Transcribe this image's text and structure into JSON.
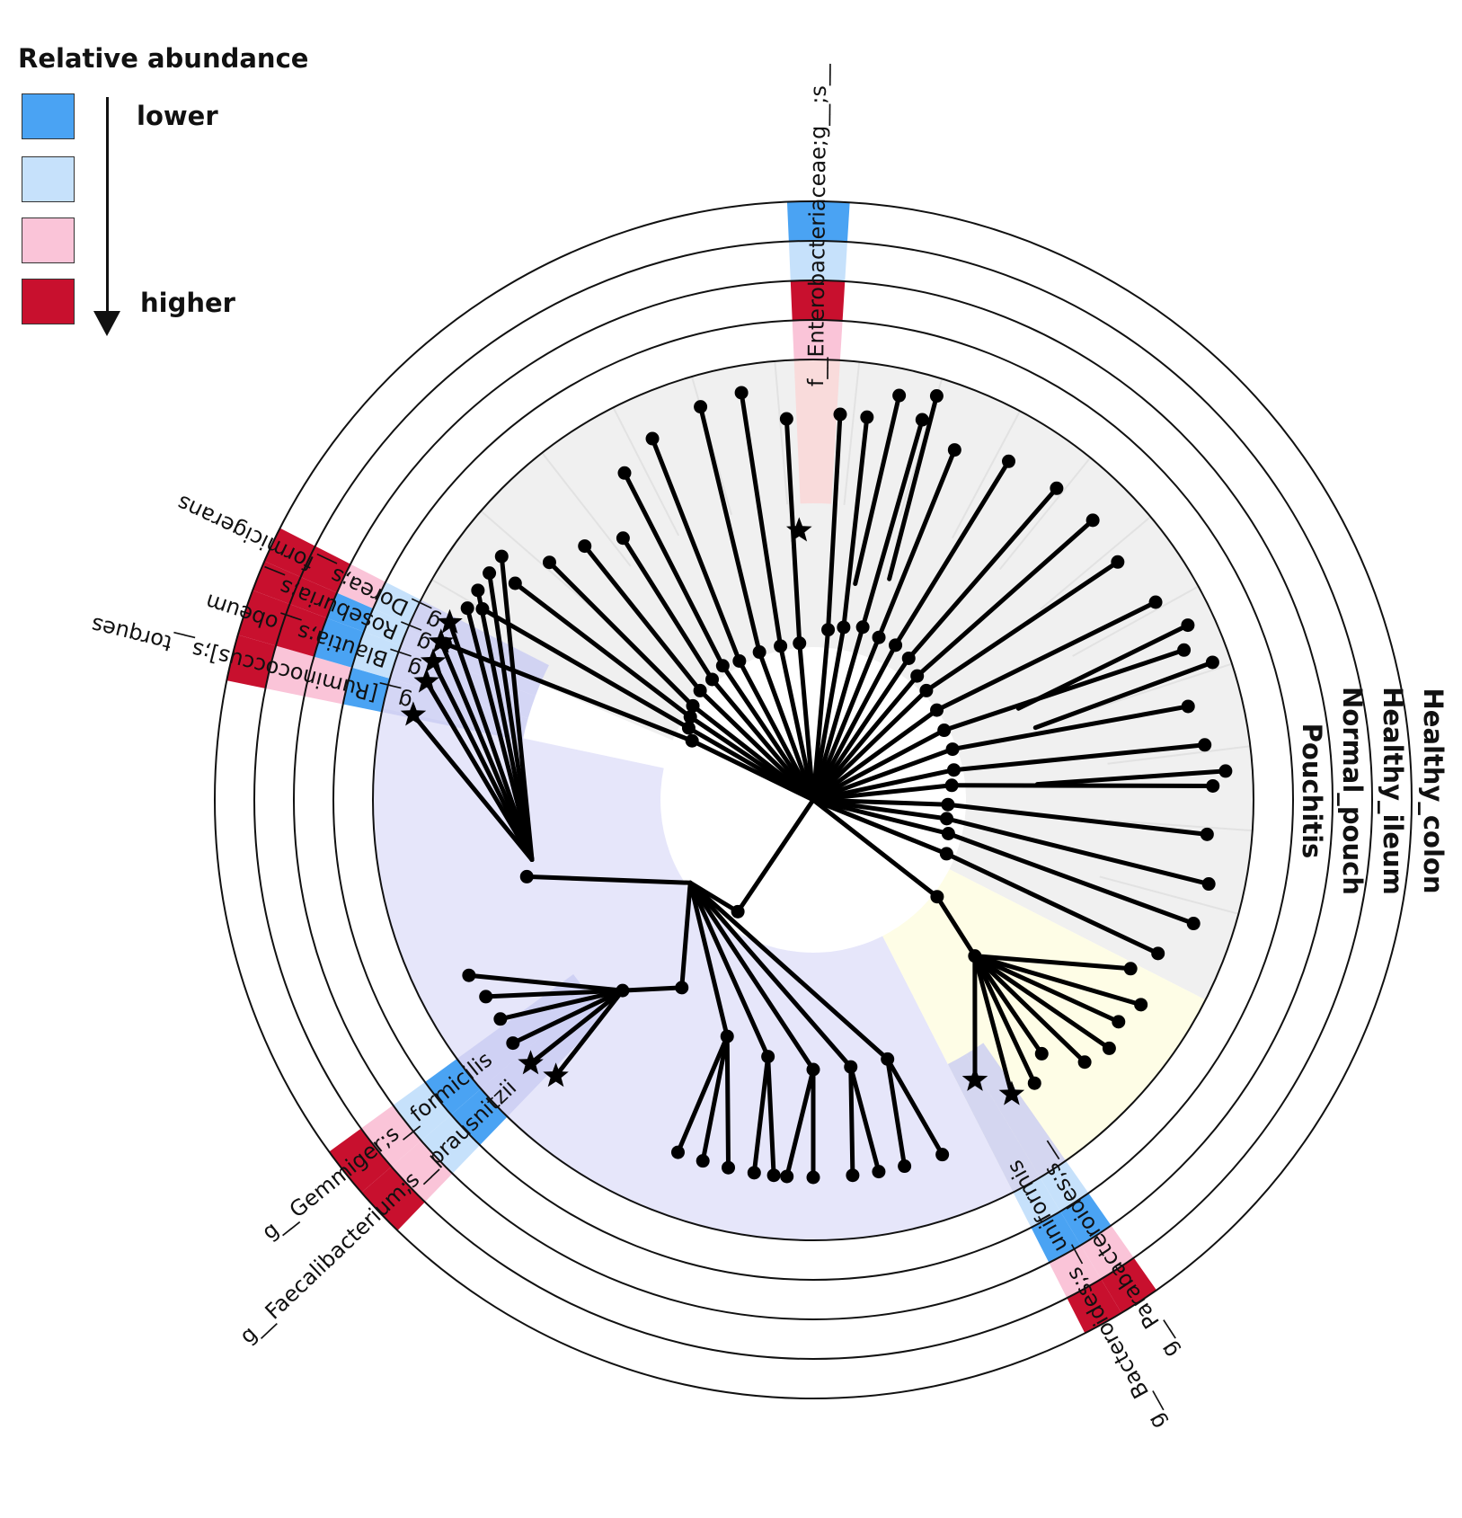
{
  "legend": {
    "title": "Relative abundance",
    "low_label": "lower",
    "high_label": "higher",
    "levels": [
      "lower",
      "",
      "",
      "higher"
    ],
    "colors": [
      "#4aa3f3",
      "#c6e1fb",
      "#fac4d8",
      "#c8102e"
    ]
  },
  "rings": [
    "Pouchitis",
    "Normal_pouch",
    "Healthy_ileum",
    "Healthy_colon"
  ],
  "colors": {
    "lower": "#4aa3f3",
    "low": "#c6e1fb",
    "high": "#fac4d8",
    "higher": "#c8102e",
    "gray_clade": "#f0f0f0",
    "purple_clade": "#e6e6fa",
    "yellow_clade": "#fefde6"
  },
  "taxa": [
    {
      "label": "f__Enterobacteriaceae;g__;s__",
      "abundance": [
        "high",
        "higher",
        "low",
        "lower"
      ]
    },
    {
      "label": "g__[Ruminococcus];s__torques",
      "abundance": [
        "lower",
        "high",
        "high",
        "higher"
      ]
    },
    {
      "label": "g__Blautia;s__obeum",
      "abundance": [
        "low",
        "lower",
        "higher",
        "higher"
      ]
    },
    {
      "label": "g__Roseburia;s__",
      "abundance": [
        "low",
        "lower",
        "higher",
        "higher"
      ]
    },
    {
      "label": "g__Dorea;s__formicigerans",
      "abundance": [
        "low",
        "high",
        "higher",
        "higher"
      ]
    },
    {
      "label": "g__Faecalibacterium;s__prausnitzii",
      "abundance": [
        "lower",
        "low",
        "high",
        "higher"
      ]
    },
    {
      "label": "g__Gemmiger;s__formicilis",
      "abundance": [
        "lower",
        "low",
        "high",
        "higher"
      ]
    },
    {
      "label": "g__Parabacteroides;s__",
      "abundance": [
        "low",
        "lower",
        "high",
        "higher"
      ]
    },
    {
      "label": "g__Bacteroides;s__uniformis",
      "abundance": [
        "low",
        "lower",
        "high",
        "higher"
      ]
    }
  ]
}
